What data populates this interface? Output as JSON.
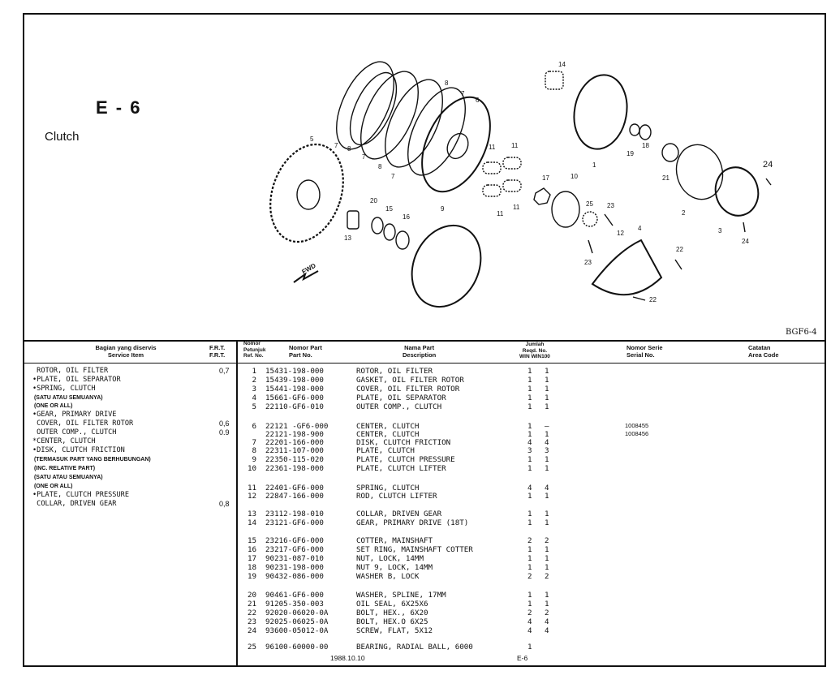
{
  "header": {
    "section_code": "E - 6",
    "section_title": "Clutch",
    "figure_code": "BGF6-4"
  },
  "diagram": {
    "callouts": [
      "1",
      "2",
      "3",
      "4",
      "5",
      "6",
      "7",
      "7",
      "7",
      "7",
      "8",
      "8",
      "8",
      "9",
      "10",
      "11",
      "11",
      "11",
      "11",
      "12",
      "13",
      "14",
      "15",
      "16",
      "17",
      "18",
      "19",
      "20",
      "21",
      "22",
      "22",
      "23",
      "23",
      "24",
      "24",
      "25"
    ],
    "direction_label": "FWD"
  },
  "columns": {
    "service_item": [
      "Bagian yang diservis",
      "Service Item"
    ],
    "frt": [
      "F.R.T.",
      "F.R.T."
    ],
    "ref_no": [
      "Nomor",
      "Petunjuk",
      "Ref. No."
    ],
    "part_no": [
      "Nomor Part",
      "Part No."
    ],
    "description": [
      "Nama Part",
      "Description"
    ],
    "qty": [
      "Jumlah",
      "Reqd. No.",
      "WIN  WIN100"
    ],
    "serial": [
      "Nomor Serie",
      "Serial No."
    ],
    "area": [
      "Catatan",
      "Area Code"
    ]
  },
  "service_items": [
    {
      "text": " ROTOR, OIL FILTER",
      "frt": "0,7",
      "small": false
    },
    {
      "text": "•PLATE, OIL SEPARATOR",
      "frt": "",
      "small": false
    },
    {
      "text": "•SPRING, CLUTCH",
      "frt": "",
      "small": false
    },
    {
      "text": " (SATU ATAU SEMUANYA)",
      "frt": "",
      "small": true
    },
    {
      "text": " (ONE OR ALL)",
      "frt": "",
      "small": true
    },
    {
      "text": "•GEAR, PRIMARY DRIVE",
      "frt": "",
      "small": false
    },
    {
      "text": " COVER, OIL FILTER ROTOR",
      "frt": "0,6",
      "small": false
    },
    {
      "text": " OUTER COMP., CLUTCH",
      "frt": "0.9",
      "small": false
    },
    {
      "text": "*CENTER, CLUTCH",
      "frt": "",
      "small": false
    },
    {
      "text": "•DISK, CLUTCH FRICTION",
      "frt": "",
      "small": false
    },
    {
      "text": " (TERMASUK PART YANG BERHUBUNGAN)",
      "frt": "",
      "small": true
    },
    {
      "text": " (INC. RELATIVE PART)",
      "frt": "",
      "small": true
    },
    {
      "text": " (SATU ATAU SEMUANYA)",
      "frt": "",
      "small": true
    },
    {
      "text": " (ONE OR ALL)",
      "frt": "",
      "small": true
    },
    {
      "text": "•PLATE, CLUTCH PRESSURE",
      "frt": "",
      "small": false
    },
    {
      "text": " COLLAR, DRIVEN GEAR",
      "frt": "0,8",
      "small": false
    }
  ],
  "parts": [
    {
      "ref": " 1",
      "part": "15431-198-000",
      "desc": "ROTOR, OIL FILTER",
      "q1": "1",
      "q2": "1",
      "serial": ""
    },
    {
      "ref": " 2",
      "part": "15439-198-000",
      "desc": "GASKET, OIL FILTER ROTOR",
      "q1": "1",
      "q2": "1",
      "serial": ""
    },
    {
      "ref": " 3",
      "part": "15441-198-000",
      "desc": "COVER, OIL FILTER ROTOR",
      "q1": "1",
      "q2": "1",
      "serial": ""
    },
    {
      "ref": " 4",
      "part": "15661-GF6-000",
      "desc": "PLATE, OIL SEPARATOR",
      "q1": "1",
      "q2": "1",
      "serial": ""
    },
    {
      "ref": " 5",
      "part": "22110-GF6-010",
      "desc": "OUTER COMP., CLUTCH",
      "q1": "1",
      "q2": "1",
      "serial": ""
    },
    {
      "ref": " 6",
      "part": "22121 -GF6-000",
      "desc": "CENTER, CLUTCH",
      "q1": "1",
      "q2": "–",
      "serial": "1008455"
    },
    {
      "ref": "  ",
      "part": "22121-198-900",
      "desc": "CENTER, CLUTCH",
      "q1": "1",
      "q2": "1",
      "serial": "1008456"
    },
    {
      "ref": " 7",
      "part": "22201-166-000",
      "desc": "DISK, CLUTCH FRICTION",
      "q1": "4",
      "q2": "4",
      "serial": ""
    },
    {
      "ref": " 8",
      "part": "22311-107-000",
      "desc": "PLATE, CLUTCH",
      "q1": "3",
      "q2": "3",
      "serial": ""
    },
    {
      "ref": " 9",
      "part": "22350-115-020",
      "desc": "PLATE, CLUTCH PRESSURE",
      "q1": "1",
      "q2": "1",
      "serial": ""
    },
    {
      "ref": "10",
      "part": "22361-198-000",
      "desc": "PLATE, CLUTCH LIFTER",
      "q1": "1",
      "q2": "1",
      "serial": ""
    },
    {
      "ref": "11",
      "part": "22401-GF6-000",
      "desc": "SPRING, CLUTCH",
      "q1": "4",
      "q2": "4",
      "serial": ""
    },
    {
      "ref": "12",
      "part": "22847-166-000",
      "desc": "ROD, CLUTCH LIFTER",
      "q1": "1",
      "q2": "1",
      "serial": ""
    },
    {
      "ref": "13",
      "part": "23112-198-010",
      "desc": "COLLAR, DRIVEN GEAR",
      "q1": "1",
      "q2": "1",
      "serial": ""
    },
    {
      "ref": "14",
      "part": "23121-GF6-000",
      "desc": "GEAR, PRIMARY DRIVE (18T)",
      "q1": "1",
      "q2": "1",
      "serial": ""
    },
    {
      "ref": "15",
      "part": "23216-GF6-000",
      "desc": "COTTER, MAINSHAFT",
      "q1": "2",
      "q2": "2",
      "serial": ""
    },
    {
      "ref": "16",
      "part": "23217-GF6-000",
      "desc": "SET RING, MAINSHAFT COTTER",
      "q1": "1",
      "q2": "1",
      "serial": ""
    },
    {
      "ref": "17",
      "part": "90231-087-010",
      "desc": "NUT, LOCK, 14MM",
      "q1": "1",
      "q2": "1",
      "serial": ""
    },
    {
      "ref": "18",
      "part": "90231-198-000",
      "desc": "NUT 9, LOCK, 14MM",
      "q1": "1",
      "q2": "1",
      "serial": ""
    },
    {
      "ref": "19",
      "part": "90432-086-000",
      "desc": "WASHER B, LOCK",
      "q1": "2",
      "q2": "2",
      "serial": ""
    },
    {
      "ref": "20",
      "part": "90461-GF6-000",
      "desc": "WASHER, SPLINE, 17MM",
      "q1": "1",
      "q2": "1",
      "serial": ""
    },
    {
      "ref": "21",
      "part": "91205-350-003",
      "desc": "OIL SEAL, 6X25X6",
      "q1": "1",
      "q2": "1",
      "serial": ""
    },
    {
      "ref": "22",
      "part": "92020-06020-0A",
      "desc": "BOLT, HEX., 6X20",
      "q1": "2",
      "q2": "2",
      "serial": ""
    },
    {
      "ref": "23",
      "part": "92025-06025-0A",
      "desc": "BOLT, HEX.O 6X25",
      "q1": "4",
      "q2": "4",
      "serial": ""
    },
    {
      "ref": "24",
      "part": "93600-05012-0A",
      "desc": "SCREW, FLAT, 5X12",
      "q1": "4",
      "q2": "4",
      "serial": ""
    },
    {
      "ref": "25",
      "part": "96100-60000-00",
      "desc": "BEARING, RADIAL BALL, 6000",
      "q1": "1",
      "q2": "",
      "serial": ""
    }
  ],
  "footer": {
    "date": "1988.10.10",
    "page": "E-6"
  }
}
